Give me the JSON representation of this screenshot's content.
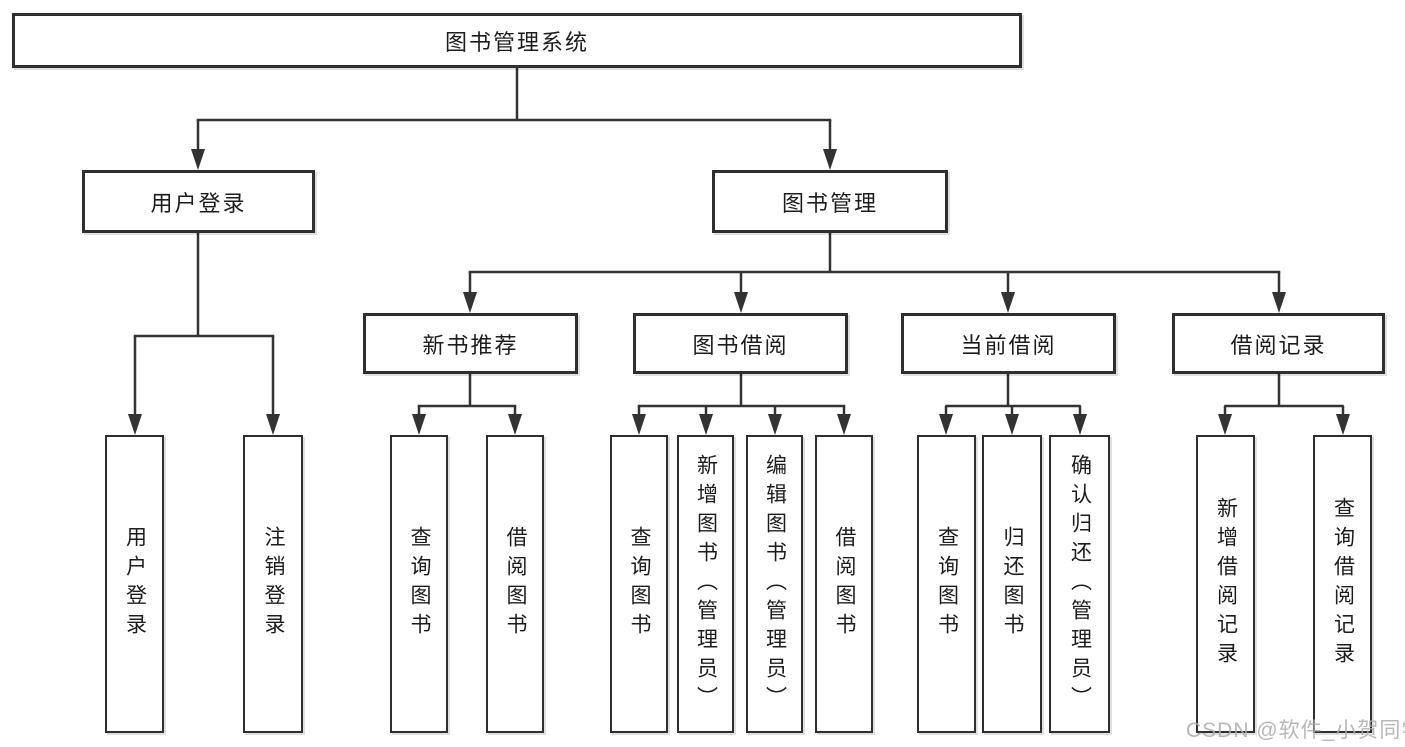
{
  "tree": {
    "label": "图书管理系统",
    "children": [
      {
        "label": "用户登录",
        "children": [
          {
            "label": "用户登录"
          },
          {
            "label": "注销登录"
          }
        ]
      },
      {
        "label": "图书管理",
        "children": [
          {
            "label": "新书推荐",
            "children": [
              {
                "label": "查询图书"
              },
              {
                "label": "借阅图书"
              }
            ]
          },
          {
            "label": "图书借阅",
            "children": [
              {
                "label": "查询图书"
              },
              {
                "label": "新增图书（管理员）"
              },
              {
                "label": "编辑图书（管理员）"
              },
              {
                "label": "借阅图书"
              }
            ]
          },
          {
            "label": "当前借阅",
            "children": [
              {
                "label": "查询图书"
              },
              {
                "label": "归还图书"
              },
              {
                "label": "确认归还（管理员）"
              }
            ]
          },
          {
            "label": "借阅记录",
            "children": [
              {
                "label": "新增借阅记录"
              },
              {
                "label": "查询借阅记录"
              }
            ]
          }
        ]
      }
    ]
  },
  "watermark": {
    "text": "CSDN @软件_小贺同学",
    "color": "#acacac"
  },
  "colors": {
    "line": "#333333",
    "box_border": "#2f2f2f",
    "text": "#1d1d1d",
    "background": "#ffffff"
  }
}
